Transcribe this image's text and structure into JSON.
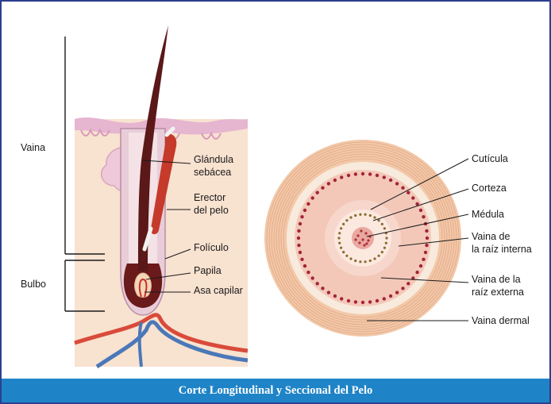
{
  "caption": "Corte Longitudinal y Seccional del Pelo",
  "labels": {
    "vaina": "Vaina",
    "bulbo": "Bulbo",
    "glandula_1": "Glándula",
    "glandula_2": "sebácea",
    "erector_1": "Erector",
    "erector_2": "del pelo",
    "foliculo": "Folículo",
    "papila": "Papila",
    "asa_capilar": "Asa capilar",
    "cuticula": "Cutícula",
    "corteza": "Corteza",
    "medula": "Médula",
    "vaina_interna_1": "Vaina de",
    "vaina_interna_2": "la raíz interna",
    "vaina_externa_1": "Vaina de la",
    "vaina_externa_2": "raíz externa",
    "vaina_dermal": "Vaina dermal"
  },
  "colors": {
    "frame": "#2b3f8f",
    "caption_bg": "#1f84c7",
    "skin": "#f6dcc8",
    "epidermis": "#e8b9d2",
    "hair": "#5a1818",
    "muscle": "#c53a2a",
    "artery": "#d94a3a",
    "vein": "#4a78b8"
  }
}
